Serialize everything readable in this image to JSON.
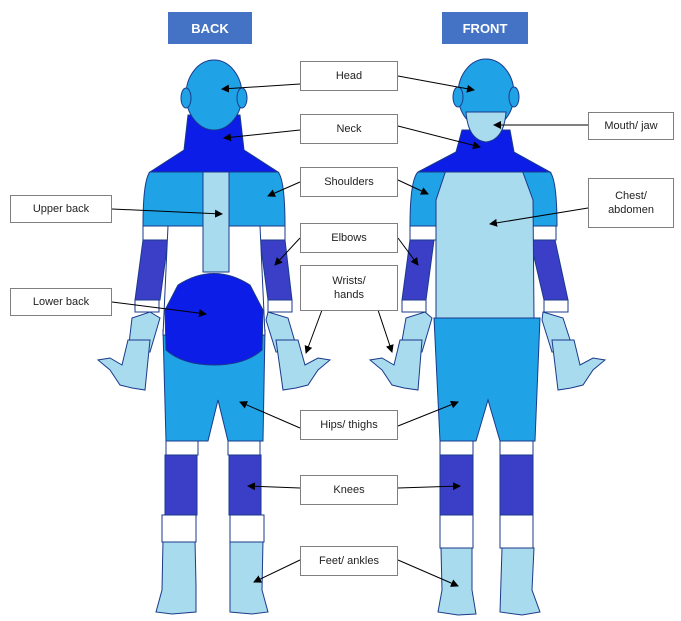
{
  "headers": {
    "back": "BACK",
    "front": "FRONT"
  },
  "labels": {
    "head": "Head",
    "neck": "Neck",
    "shoulders": "Shoulders",
    "elbows": "Elbows",
    "wrists_line1": "Wrists/",
    "wrists_line2": "hands",
    "hips": "Hips/ thighs",
    "knees": "Knees",
    "feet": "Feet/ ankles",
    "upper_back": "Upper back",
    "lower_back": "Lower back",
    "mouth": "Mouth/ jaw",
    "chest_line1": "Chest/",
    "chest_line2": "abdomen"
  },
  "colors": {
    "header": "#4472c4",
    "light": "#a9dbee",
    "medium": "#1fa2e6",
    "dark_purple": "#3b3fc7",
    "dark_blue": "#0b1de6",
    "outline": "#1a3a8a"
  }
}
